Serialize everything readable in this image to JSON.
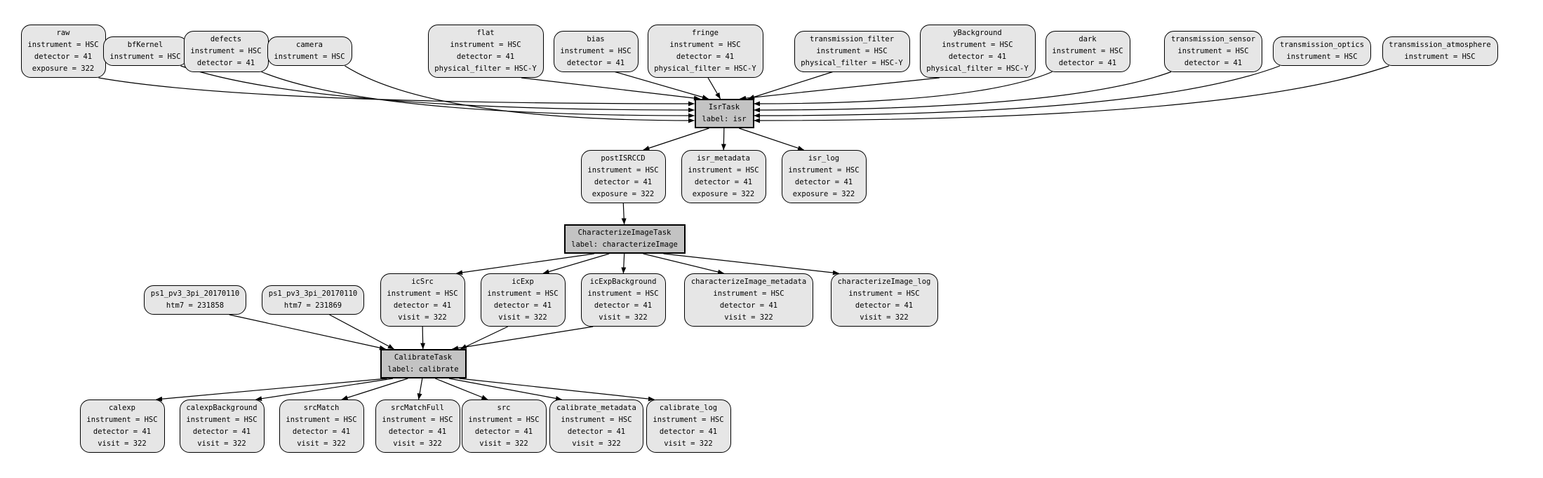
{
  "graph": {
    "colors": {
      "background": "#ffffff",
      "dataset_fill": "#e6e6e6",
      "task_fill": "#c3c3c3",
      "border": "#000000",
      "edge": "#000000",
      "text": "#000000"
    },
    "nodes": [
      {
        "id": "raw",
        "kind": "dataset",
        "title": "raw",
        "attrs": [
          "instrument = HSC",
          "detector = 41",
          "exposure = 322"
        ]
      },
      {
        "id": "bfKernel",
        "kind": "dataset",
        "title": "bfKernel",
        "attrs": [
          "instrument = HSC"
        ]
      },
      {
        "id": "defects",
        "kind": "dataset",
        "title": "defects",
        "attrs": [
          "instrument = HSC",
          "detector = 41"
        ]
      },
      {
        "id": "camera",
        "kind": "dataset",
        "title": "camera",
        "attrs": [
          "instrument = HSC"
        ]
      },
      {
        "id": "flat",
        "kind": "dataset",
        "title": "flat",
        "attrs": [
          "instrument = HSC",
          "detector = 41",
          "physical_filter = HSC-Y"
        ]
      },
      {
        "id": "bias",
        "kind": "dataset",
        "title": "bias",
        "attrs": [
          "instrument = HSC",
          "detector = 41"
        ]
      },
      {
        "id": "fringe",
        "kind": "dataset",
        "title": "fringe",
        "attrs": [
          "instrument = HSC",
          "detector = 41",
          "physical_filter = HSC-Y"
        ]
      },
      {
        "id": "transmission_filter",
        "kind": "dataset",
        "title": "transmission_filter",
        "attrs": [
          "instrument = HSC",
          "physical_filter = HSC-Y"
        ]
      },
      {
        "id": "yBackground",
        "kind": "dataset",
        "title": "yBackground",
        "attrs": [
          "instrument = HSC",
          "detector = 41",
          "physical_filter = HSC-Y"
        ]
      },
      {
        "id": "dark",
        "kind": "dataset",
        "title": "dark",
        "attrs": [
          "instrument = HSC",
          "detector = 41"
        ]
      },
      {
        "id": "transmission_sensor",
        "kind": "dataset",
        "title": "transmission_sensor",
        "attrs": [
          "instrument = HSC",
          "detector = 41"
        ]
      },
      {
        "id": "transmission_optics",
        "kind": "dataset",
        "title": "transmission_optics",
        "attrs": [
          "instrument = HSC"
        ]
      },
      {
        "id": "transmission_atmosphere",
        "kind": "dataset",
        "title": "transmission_atmosphere",
        "attrs": [
          "instrument = HSC"
        ]
      },
      {
        "id": "isr",
        "kind": "task",
        "title": "IsrTask",
        "attrs": [
          "label: isr"
        ]
      },
      {
        "id": "postISRCCD",
        "kind": "dataset",
        "title": "postISRCCD",
        "attrs": [
          "instrument = HSC",
          "detector = 41",
          "exposure = 322"
        ]
      },
      {
        "id": "isr_metadata",
        "kind": "dataset",
        "title": "isr_metadata",
        "attrs": [
          "instrument = HSC",
          "detector = 41",
          "exposure = 322"
        ]
      },
      {
        "id": "isr_log",
        "kind": "dataset",
        "title": "isr_log",
        "attrs": [
          "instrument = HSC",
          "detector = 41",
          "exposure = 322"
        ]
      },
      {
        "id": "characterizeImage",
        "kind": "task",
        "title": "CharacterizeImageTask",
        "attrs": [
          "label: characterizeImage"
        ]
      },
      {
        "id": "ps1_a",
        "kind": "dataset",
        "title": "ps1_pv3_3pi_20170110",
        "attrs": [
          "htm7 = 231858"
        ]
      },
      {
        "id": "ps1_b",
        "kind": "dataset",
        "title": "ps1_pv3_3pi_20170110",
        "attrs": [
          "htm7 = 231869"
        ]
      },
      {
        "id": "icSrc",
        "kind": "dataset",
        "title": "icSrc",
        "attrs": [
          "instrument = HSC",
          "detector = 41",
          "visit = 322"
        ]
      },
      {
        "id": "icExp",
        "kind": "dataset",
        "title": "icExp",
        "attrs": [
          "instrument = HSC",
          "detector = 41",
          "visit = 322"
        ]
      },
      {
        "id": "icExpBackground",
        "kind": "dataset",
        "title": "icExpBackground",
        "attrs": [
          "instrument = HSC",
          "detector = 41",
          "visit = 322"
        ]
      },
      {
        "id": "characterizeImage_metadata",
        "kind": "dataset",
        "title": "characterizeImage_metadata",
        "attrs": [
          "instrument = HSC",
          "detector = 41",
          "visit = 322"
        ]
      },
      {
        "id": "characterizeImage_log",
        "kind": "dataset",
        "title": "characterizeImage_log",
        "attrs": [
          "instrument = HSC",
          "detector = 41",
          "visit = 322"
        ]
      },
      {
        "id": "calibrate",
        "kind": "task",
        "title": "CalibrateTask",
        "attrs": [
          "label: calibrate"
        ]
      },
      {
        "id": "calexp",
        "kind": "dataset",
        "title": "calexp",
        "attrs": [
          "instrument = HSC",
          "detector = 41",
          "visit = 322"
        ]
      },
      {
        "id": "calexpBackground",
        "kind": "dataset",
        "title": "calexpBackground",
        "attrs": [
          "instrument = HSC",
          "detector = 41",
          "visit = 322"
        ]
      },
      {
        "id": "srcMatch",
        "kind": "dataset",
        "title": "srcMatch",
        "attrs": [
          "instrument = HSC",
          "detector = 41",
          "visit = 322"
        ]
      },
      {
        "id": "srcMatchFull",
        "kind": "dataset",
        "title": "srcMatchFull",
        "attrs": [
          "instrument = HSC",
          "detector = 41",
          "visit = 322"
        ]
      },
      {
        "id": "src",
        "kind": "dataset",
        "title": "src",
        "attrs": [
          "instrument = HSC",
          "detector = 41",
          "visit = 322"
        ]
      },
      {
        "id": "calibrate_metadata",
        "kind": "dataset",
        "title": "calibrate_metadata",
        "attrs": [
          "instrument = HSC",
          "detector = 41",
          "visit = 322"
        ]
      },
      {
        "id": "calibrate_log",
        "kind": "dataset",
        "title": "calibrate_log",
        "attrs": [
          "instrument = HSC",
          "detector = 41",
          "visit = 322"
        ]
      }
    ],
    "edges": [
      {
        "from": "raw",
        "to": "isr"
      },
      {
        "from": "bfKernel",
        "to": "isr"
      },
      {
        "from": "defects",
        "to": "isr"
      },
      {
        "from": "camera",
        "to": "isr"
      },
      {
        "from": "flat",
        "to": "isr"
      },
      {
        "from": "bias",
        "to": "isr"
      },
      {
        "from": "fringe",
        "to": "isr"
      },
      {
        "from": "transmission_filter",
        "to": "isr"
      },
      {
        "from": "yBackground",
        "to": "isr"
      },
      {
        "from": "dark",
        "to": "isr"
      },
      {
        "from": "transmission_sensor",
        "to": "isr"
      },
      {
        "from": "transmission_optics",
        "to": "isr"
      },
      {
        "from": "transmission_atmosphere",
        "to": "isr"
      },
      {
        "from": "isr",
        "to": "postISRCCD"
      },
      {
        "from": "isr",
        "to": "isr_metadata"
      },
      {
        "from": "isr",
        "to": "isr_log"
      },
      {
        "from": "postISRCCD",
        "to": "characterizeImage"
      },
      {
        "from": "characterizeImage",
        "to": "icSrc"
      },
      {
        "from": "characterizeImage",
        "to": "icExp"
      },
      {
        "from": "characterizeImage",
        "to": "icExpBackground"
      },
      {
        "from": "characterizeImage",
        "to": "characterizeImage_metadata"
      },
      {
        "from": "characterizeImage",
        "to": "characterizeImage_log"
      },
      {
        "from": "ps1_a",
        "to": "calibrate"
      },
      {
        "from": "ps1_b",
        "to": "calibrate"
      },
      {
        "from": "icSrc",
        "to": "calibrate"
      },
      {
        "from": "icExp",
        "to": "calibrate"
      },
      {
        "from": "icExpBackground",
        "to": "calibrate"
      },
      {
        "from": "calibrate",
        "to": "calexp"
      },
      {
        "from": "calibrate",
        "to": "calexpBackground"
      },
      {
        "from": "calibrate",
        "to": "srcMatch"
      },
      {
        "from": "calibrate",
        "to": "srcMatchFull"
      },
      {
        "from": "calibrate",
        "to": "src"
      },
      {
        "from": "calibrate",
        "to": "calibrate_metadata"
      },
      {
        "from": "calibrate",
        "to": "calibrate_log"
      }
    ]
  }
}
